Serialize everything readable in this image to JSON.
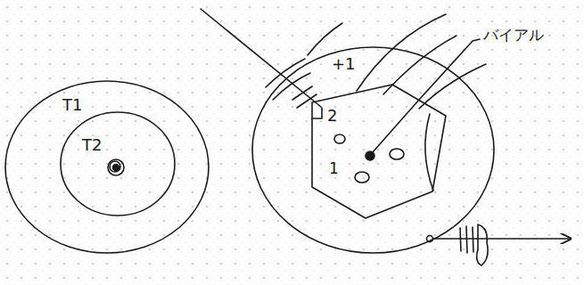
{
  "diagram": {
    "nodes": [
      {
        "text": [
          "T1"
        ]
      },
      {
        "text": [
          "T2"
        ],
        "in": 0
      },
      {
        "text": [
          "+1"
        ]
      },
      {
        "text": [
          "2"
        ],
        "in": 2
      }
    ],
    "labels": [
      "1",
      "バイアル"
    ]
  }
}
